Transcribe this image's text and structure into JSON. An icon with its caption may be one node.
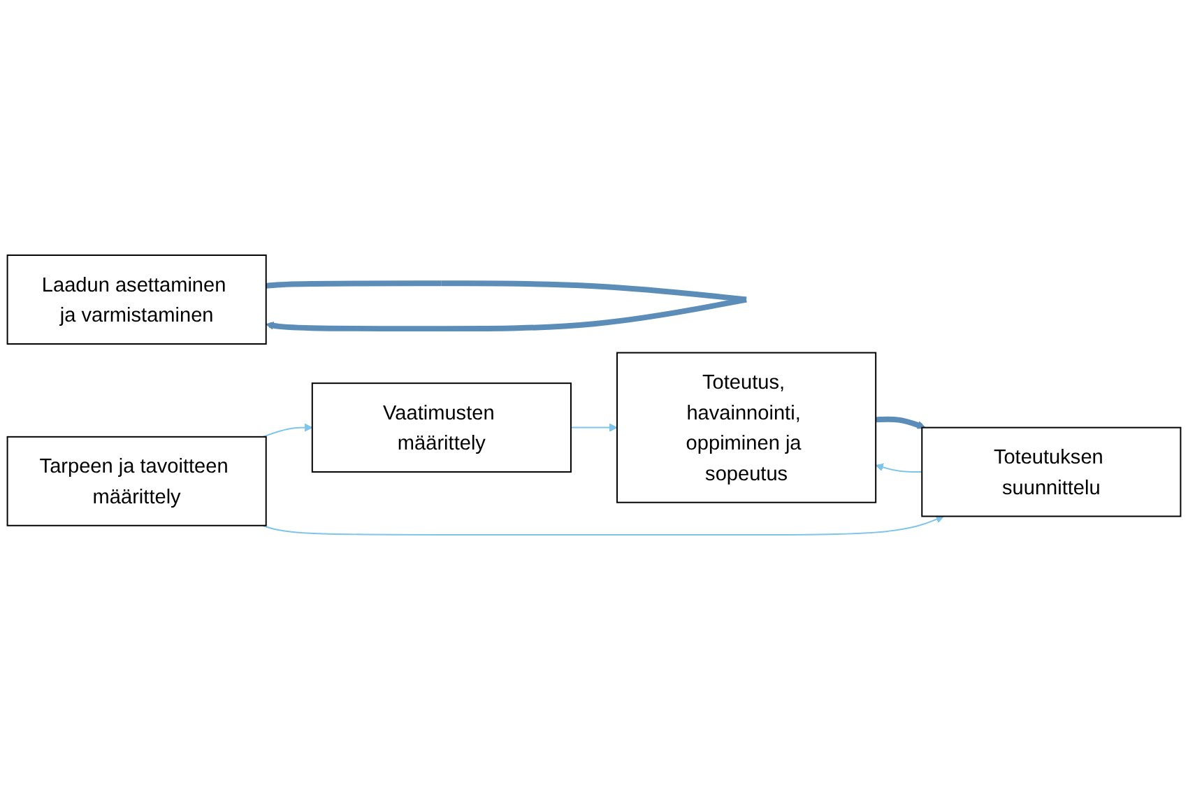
{
  "diagram": {
    "nodes": [
      {
        "text": [
          "Laadun asettaminen ja varmistaminen"
        ]
      },
      {
        "text": [
          "Tarpeen ja tavoitteen määrittely"
        ]
      },
      {
        "text": [
          "Vaatimusten määrittely"
        ]
      },
      {
        "text": [
          "Toteutuksen suunnittelu"
        ]
      },
      {
        "text": [
          "Toteutus, havainnointi, oppiminen ja sopeutus"
        ]
      }
    ],
    "edges": [
      {
        "from": 0,
        "to": 0,
        "arrow": "to",
        "style": "thick",
        "color": "#5b8db8"
      },
      {
        "from": 1,
        "to": 2,
        "arrow": "to"
      },
      {
        "from": 1,
        "to": 3,
        "arrow": "to"
      },
      {
        "from": 2,
        "to": 4,
        "arrow": "to"
      },
      {
        "from": 3,
        "to": 4,
        "arrow": "to"
      },
      {
        "from": 4,
        "to": 3,
        "arrow": "to",
        "style": "thick",
        "color": "#5b8db8"
      }
    ]
  }
}
